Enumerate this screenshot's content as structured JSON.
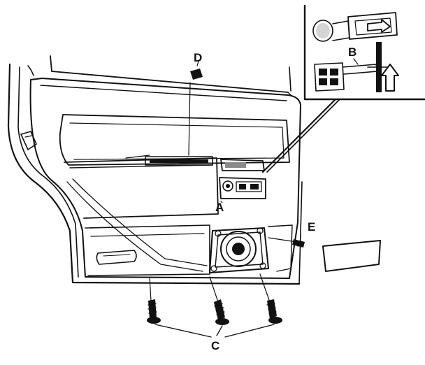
{
  "labels": {
    "a": "A",
    "b": "B",
    "c": "C",
    "d": "D",
    "e": "E"
  },
  "colors": {
    "ink": "#111111",
    "paper": "#ffffff",
    "shade": "#d4d4d4"
  }
}
